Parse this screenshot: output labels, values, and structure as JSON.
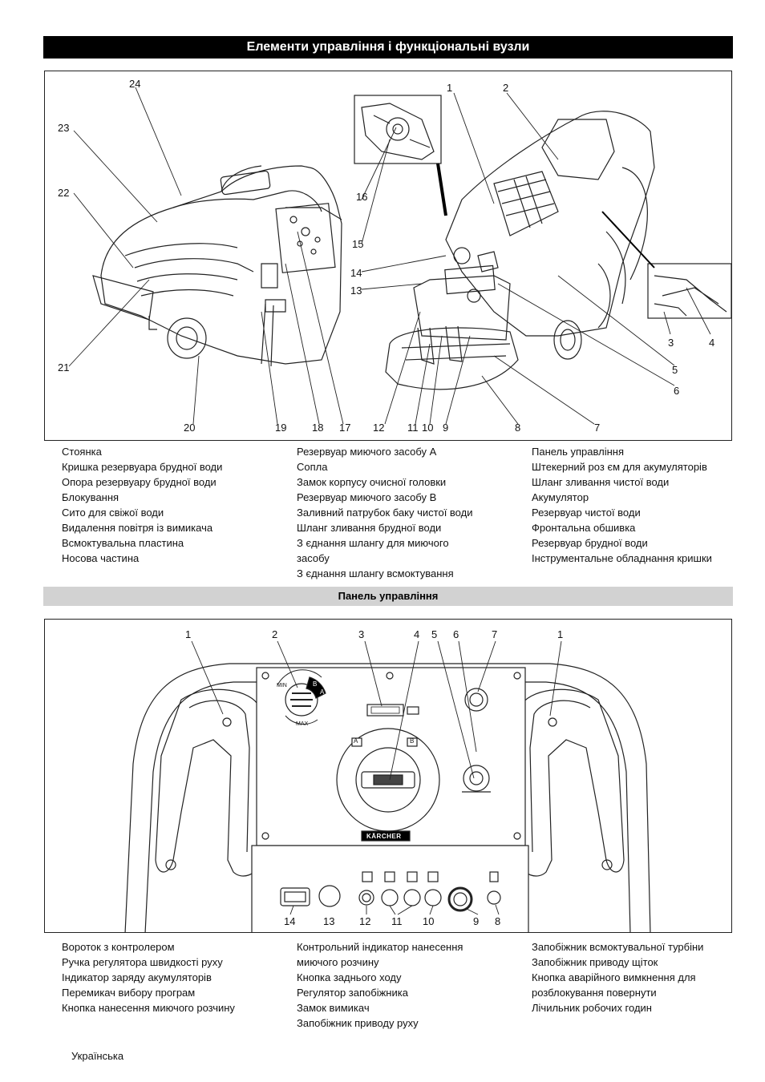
{
  "section1": {
    "title": "Елементи управління і функціональні вузли",
    "callouts": [
      "1",
      "2",
      "3",
      "4",
      "5",
      "6",
      "7",
      "8",
      "9",
      "10",
      "11",
      "12",
      "13",
      "14",
      "15",
      "16",
      "17",
      "18",
      "19",
      "20",
      "21",
      "22",
      "23",
      "24"
    ],
    "legend_col1": [
      "Стоянка",
      "Кришка резервуара брудної води",
      "Опора резервуару брудної води",
      "Блокування",
      "Сито для свіжої води",
      "Видалення повітря із вимикача",
      "Всмоктувальна пластина",
      "Носова частина"
    ],
    "legend_col2": [
      "Резервуар миючого засобу А",
      "Сопла",
      "Замок корпусу очисної головки",
      "Резервуар миючого засобу В",
      "Заливний патрубок баку чистої води",
      "Шланг зливання брудної води",
      "З єднання шлангу для миючого засобу",
      "З єднання шлангу всмоктування"
    ],
    "legend_col3": [
      "Панель управління",
      "Штекерний роз єм для акумуляторів",
      "Шланг зливання чистої води",
      "Акумулятор",
      "Резервуар чистої води",
      "Фронтальна обшивка",
      "Резервуар брудної води",
      "Інструментальне обладнання кришки"
    ]
  },
  "section2": {
    "title": "Панель управління",
    "callouts": [
      "1",
      "2",
      "3",
      "4",
      "5",
      "6",
      "7",
      "1",
      "14",
      "13",
      "12",
      "11",
      "10",
      "9",
      "8"
    ],
    "panel_labels": {
      "min": "MIN",
      "max": "MAX",
      "a": "A",
      "b": "B",
      "brand": "KÄRCHER"
    },
    "legend_col1": [
      "Вороток з контролером",
      "Ручка регулятора швидкості руху",
      "Індикатор заряду акумуляторів",
      "Перемикач вибору програм",
      "Кнопка нанесення миючого розчину"
    ],
    "legend_col2": [
      "Контрольний індикатор нанесення миючого розчину",
      "Кнопка заднього ходу",
      "Регулятор запобіжника",
      "Замок вимикач",
      "Запобіжник приводу руху"
    ],
    "legend_col3": [
      "Запобіжник всмоктувальної турбіни",
      "Запобіжник приводу щіток",
      "Кнопка аварійного вимкнення  для розблокування повернути",
      "Лічильник робочих годин"
    ]
  },
  "footer": {
    "language": "Українська"
  }
}
